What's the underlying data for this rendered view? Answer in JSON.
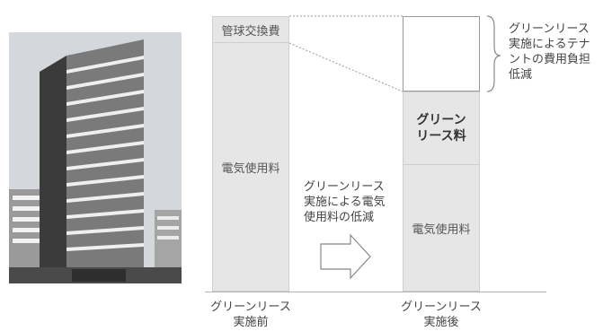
{
  "before": {
    "replacement_cost": "管球交換費",
    "electricity": "電気使用料",
    "label": "グリーンリース\n実施前"
  },
  "after": {
    "lease_fee": "グリーン\nリース料",
    "electricity": "電気使用料",
    "label": "グリーンリース\n実施後"
  },
  "annotations": {
    "electricity_reduction": "グリーンリース\n実施による電気\n使用料の低減",
    "tenant_reduction": "グリーンリース\n実施によるテナ\nントの費用負担\n低減"
  },
  "colors": {
    "bar_fill": "#e6e6e6",
    "bar_border": "#cfcfcf",
    "dotted_line": "#9a9a9a",
    "text": "#444444"
  },
  "icons": {
    "arrow": "right-arrow-outline-icon",
    "brace": "right-curly-brace-icon"
  }
}
